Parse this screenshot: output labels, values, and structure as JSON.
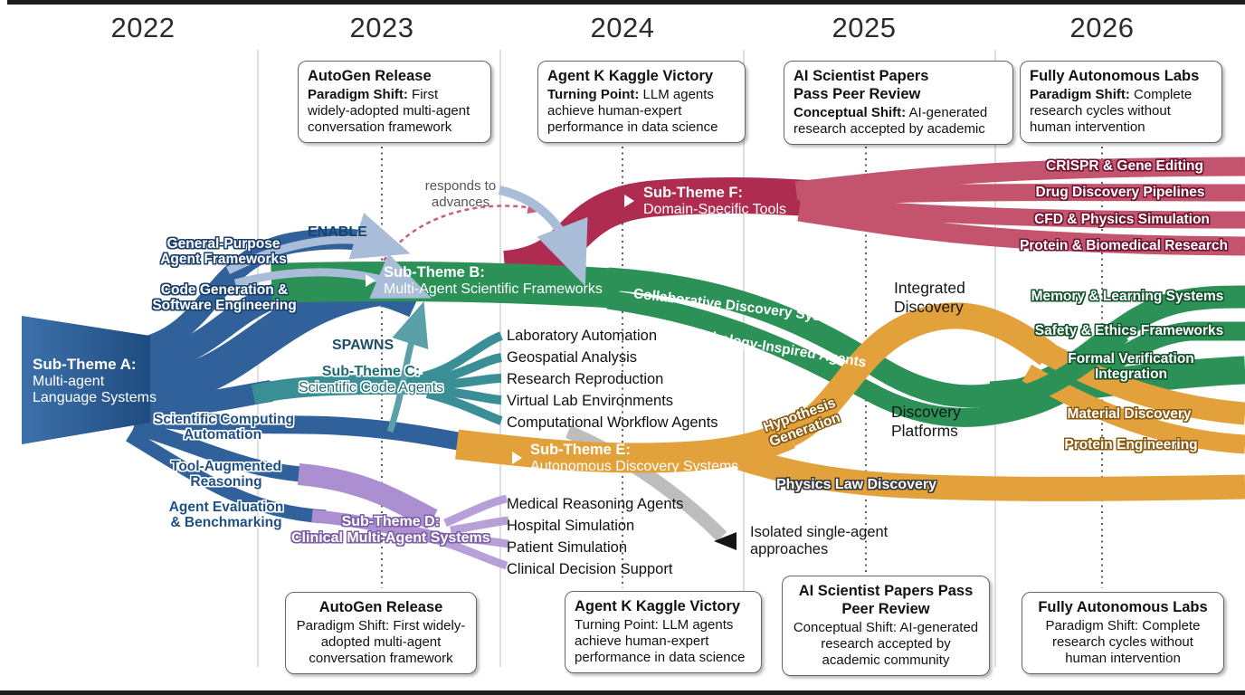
{
  "years": [
    "2022",
    "2023",
    "2024",
    "2025",
    "2026"
  ],
  "milestones_top": [
    {
      "title": "AutoGen Release",
      "shift_label": "Paradigm Shift:",
      "shift_desc": "First widely-adopted multi-agent conversation framework"
    },
    {
      "title": "Agent K Kaggle Victory",
      "shift_label": "Turning Point:",
      "shift_desc": "LLM agents achieve human-expert performance in data science"
    },
    {
      "title": "AI Scientist Papers Pass Peer Review",
      "shift_label": "Conceptual Shift:",
      "shift_desc": "AI-generated research accepted by academic"
    },
    {
      "title": "Fully Autonomous Labs",
      "shift_label": "Paradigm Shift:",
      "shift_desc": "Complete research cycles without human intervention"
    }
  ],
  "milestones_bottom": [
    {
      "title": "AutoGen Release",
      "desc": "Paradigm Shift: First widely-adopted multi-agent conversation framework"
    },
    {
      "title": "Agent K Kaggle Victory",
      "desc": "Turning Point: LLM agents achieve human-expert performance in data science"
    },
    {
      "title": "AI Scientist Papers Pass Peer Review",
      "desc": "Conceptual Shift: AI-generated research accepted by academic community"
    },
    {
      "title": "Fully Autonomous Labs",
      "desc": "Paradigm Shift: Complete research cycles without human intervention"
    }
  ],
  "themes": {
    "a": {
      "name": "Sub-Theme A:",
      "line1": "Multi-agent",
      "line2": "Language Systems"
    },
    "b": {
      "name": "Sub-Theme B:",
      "desc": "Multi-Agent Scientific Frameworks"
    },
    "c": {
      "name": "Sub-Theme C:",
      "desc": "Scientific Code Agents"
    },
    "d": {
      "name": "Sub-Theme D:",
      "desc": "Clinical Multi-Agent Systems"
    },
    "e": {
      "name": "Sub-Theme E:",
      "desc": "Autonomous Discovery Systems"
    },
    "f": {
      "name": "Sub-Theme F:",
      "desc": "Domain-Specific Tools"
    }
  },
  "streams_a": {
    "general": {
      "line1": "General-Purpose",
      "line2": "Agent Frameworks"
    },
    "codegen": {
      "line1": "Code Generation &",
      "line2": "Software Engineering"
    },
    "scicomp": {
      "line1": "Scientific Computing",
      "line2": "Automation"
    },
    "toolaug": {
      "line1": "Tool-Augmented",
      "line2": "Reasoning"
    },
    "agenteval": {
      "line1": "Agent Evaluation",
      "line2": "& Benchmarking"
    }
  },
  "outputs_c": [
    "Laboratory Automation",
    "Geospatial Analysis",
    "Research Reproduction",
    "Virtual Lab Environments",
    "Computational Workflow Agents"
  ],
  "outputs_d": [
    "Medical Reasoning Agents",
    "Hospital Simulation",
    "Patient Simulation",
    "Clinical Decision Support"
  ],
  "outputs_f": [
    "CRISPR & Gene Editing",
    "Drug Discovery Pipelines",
    "CFD & Physics Simulation",
    "Protein & Biomedical Research"
  ],
  "outputs_b": [
    "Memory & Learning Systems",
    "Safety & Ethics Frameworks"
  ],
  "outputs_b_formal": {
    "line1": "Formal Verification",
    "line2": "Integration"
  },
  "outputs_e": [
    "Material Discovery",
    "Protein Engineering"
  ],
  "flow_labels": {
    "collaborative": "Collaborative Discovery Systems",
    "social": "Social Psychology-Inspired Agents",
    "hypothesis": {
      "line1": "Hypothesis",
      "line2": "Generation"
    },
    "integrated": {
      "line1": "Integrated",
      "line2": "Discovery"
    },
    "platforms": {
      "line1": "Discovery",
      "line2": "Platforms"
    },
    "physics": "Physics Law Discovery",
    "isolated": {
      "line1": "Isolated single-agent",
      "line2": "approaches"
    }
  },
  "relations": {
    "enable": "ENABLE",
    "spawns": "SPAWNS",
    "responds": {
      "line1": "responds to",
      "line2": "advances"
    }
  },
  "icons": {
    "triangle_right": "▶"
  },
  "colors": {
    "blue": "#30619a",
    "blue_dark": "#1c416e",
    "blue_light": "#a9bdd9",
    "teal": "#3a8f96",
    "teal_dark": "#175e66",
    "green": "#2c9157",
    "green_dark": "#14532d",
    "purple": "#ab8fd0",
    "purple_light": "#b79fd8",
    "purple_dark": "#7d5fa8",
    "orange": "#e3a13c",
    "orange_dark": "#8a5a10",
    "crimson": "#ad2c50",
    "crimson_light": "#c4546e",
    "crimson_dark": "#701430",
    "gray_ribbon": "#bdbdbd",
    "grid": "#dedede",
    "bar": "#1c1c1c"
  }
}
